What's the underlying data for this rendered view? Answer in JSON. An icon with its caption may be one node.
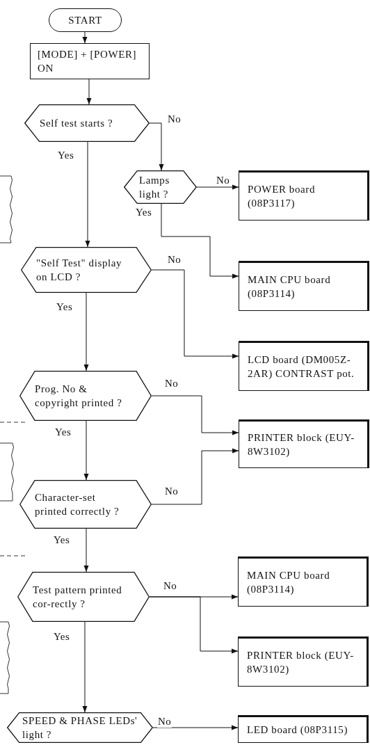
{
  "diagram": {
    "nodes": [
      {
        "text": [
          "START"
        ]
      },
      {
        "text": [
          "[MODE] + [POWER] ON"
        ]
      },
      {
        "text": [
          "Self test starts ?"
        ]
      },
      {
        "text": [
          "Lamps light ?"
        ]
      },
      {
        "text": [
          "POWER board (08P3117)"
        ]
      },
      {
        "text": [
          "\"Self Test\" display on LCD ?"
        ]
      },
      {
        "text": [
          "MAIN CPU board (08P3114)"
        ]
      },
      {
        "text": [
          "LCD board (DM005Z-2AR) CONTRAST pot."
        ]
      },
      {
        "text": [
          "Prog. No & copyright printed ?"
        ]
      },
      {
        "text": [
          "PRINTER block (EUY-8W3102)"
        ]
      },
      {
        "text": [
          "Character-set printed correctly ?"
        ]
      },
      {
        "text": [
          "Test pattern printed cor-rectly ?"
        ]
      },
      {
        "text": [
          "MAIN CPU board (08P3114)"
        ]
      },
      {
        "text": [
          "PRINTER block (EUY-8W3102)"
        ]
      },
      {
        "text": [
          "SPEED & PHASE LEDs' light ?"
        ]
      },
      {
        "text": [
          "LED board (08P3115)"
        ]
      }
    ],
    "edges": [
      {
        "from": 0,
        "to": 1,
        "arrow": "to"
      },
      {
        "from": 1,
        "to": 2,
        "arrow": "to"
      },
      {
        "from": 2,
        "to": 5,
        "arrow": "to",
        "label": "Yes"
      },
      {
        "from": 2,
        "to": 3,
        "arrow": "to",
        "label": "No"
      },
      {
        "from": 3,
        "to": 4,
        "arrow": "to",
        "label": "No"
      },
      {
        "from": 3,
        "to": 6,
        "arrow": "to",
        "label": "Yes"
      },
      {
        "from": 5,
        "to": 8,
        "arrow": "to",
        "label": "Yes"
      },
      {
        "from": 5,
        "to": 7,
        "arrow": "to",
        "label": "No"
      },
      {
        "from": 8,
        "to": 10,
        "arrow": "to",
        "label": "Yes"
      },
      {
        "from": 8,
        "to": 9,
        "arrow": "to",
        "label": "No"
      },
      {
        "from": 10,
        "to": 9,
        "arrow": "to",
        "label": "No"
      },
      {
        "from": 10,
        "to": 11,
        "arrow": "to",
        "label": "Yes"
      },
      {
        "from": 11,
        "to": 12,
        "arrow": "to",
        "label": "No"
      },
      {
        "from": 11,
        "to": 13,
        "arrow": "to"
      },
      {
        "from": 11,
        "to": 14,
        "arrow": "to",
        "label": "Yes"
      },
      {
        "from": 14,
        "to": 15,
        "arrow": "to",
        "label": "No"
      }
    ]
  }
}
